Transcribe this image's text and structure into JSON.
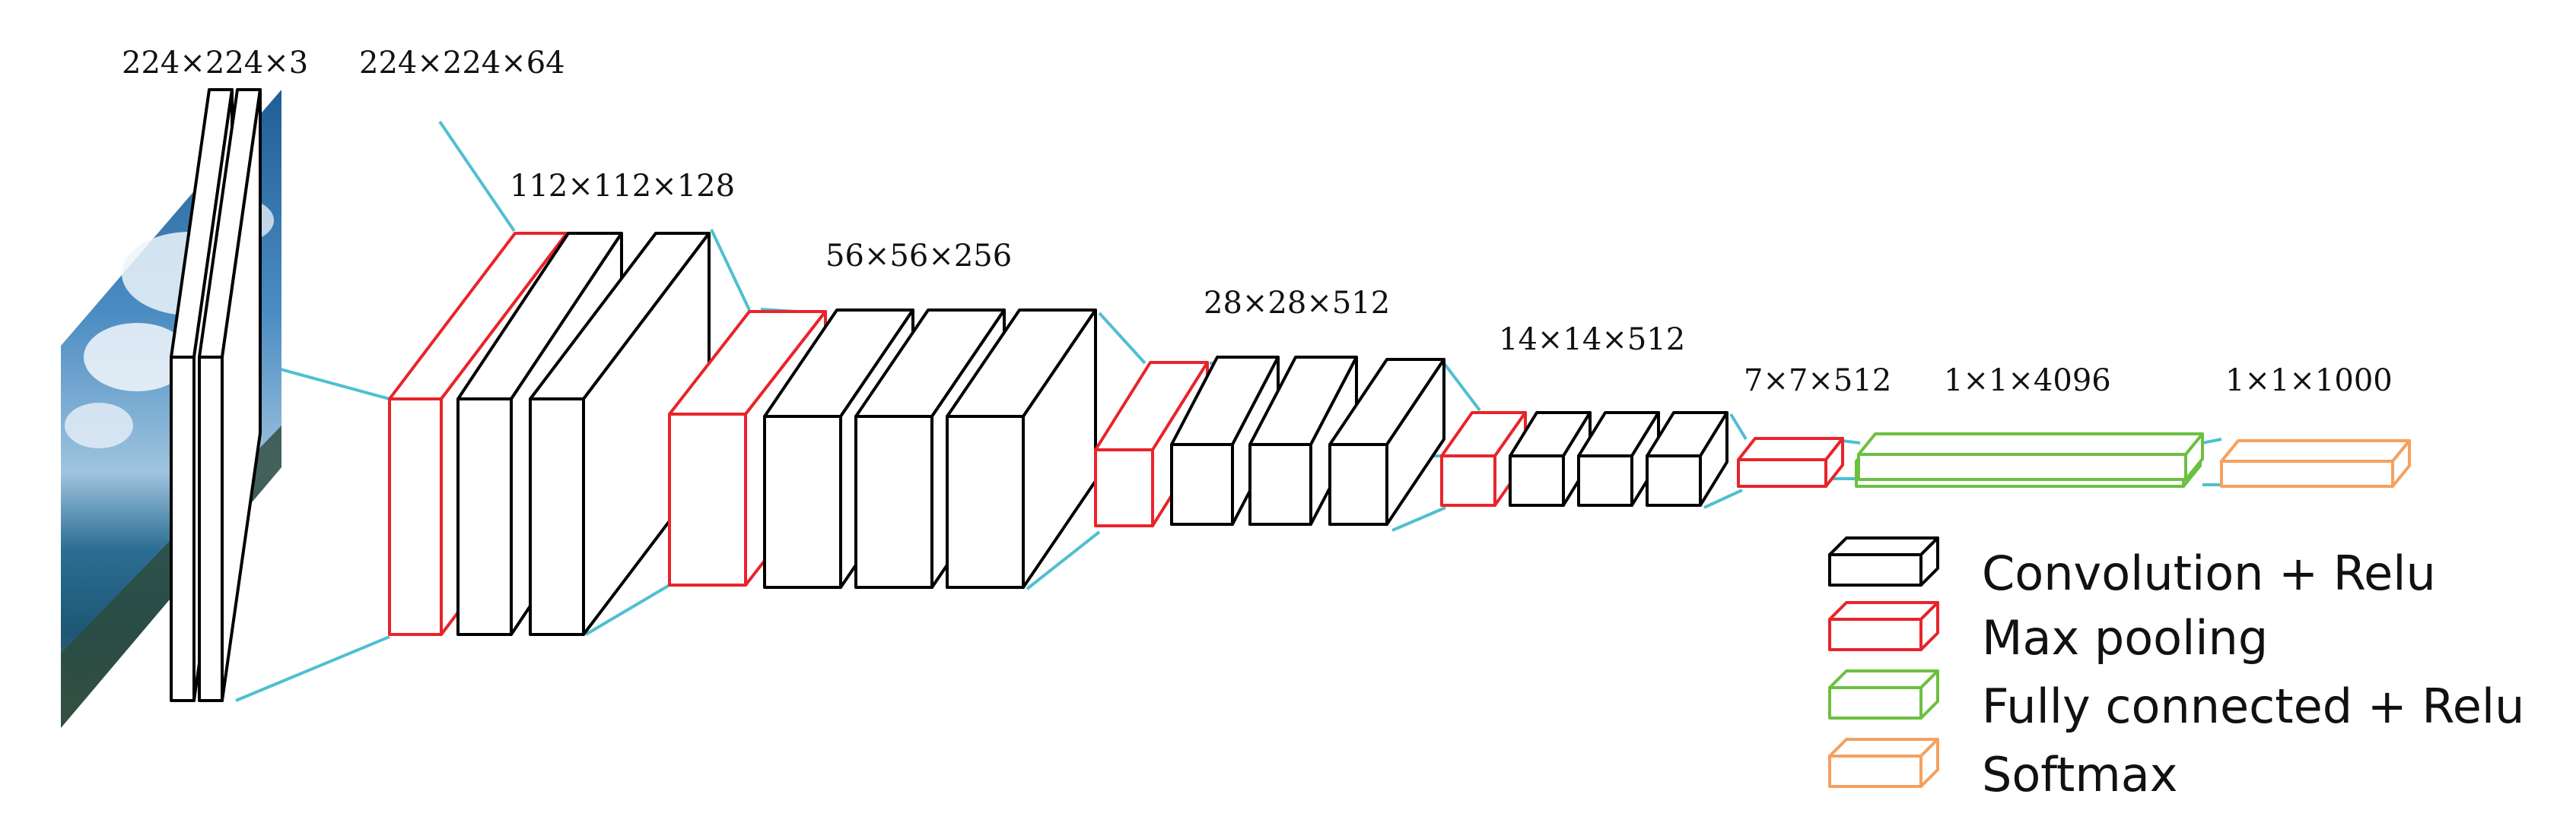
{
  "dimension_labels": {
    "input": "224×224×3",
    "conv1": "224×224×64",
    "conv2": "112×112×128",
    "conv3": "56×56×256",
    "conv4": "28×28×512",
    "conv5": "14×14×512",
    "pool5": "7×7×512",
    "fc": "1×1×4096",
    "softmax": "1×1×1000"
  },
  "legend": [
    {
      "label": "Convolution + Relu",
      "color": "#000000"
    },
    {
      "label": "Max pooling",
      "color": "#e8242a"
    },
    {
      "label": "Fully connected + Relu",
      "color": "#6cc040"
    },
    {
      "label": "Softmax",
      "color": "#f5a05e"
    }
  ],
  "colors": {
    "connector": "#4fbfd1",
    "conv": "#000000",
    "pool": "#e8242a",
    "fc": "#6cc040",
    "softmax": "#f5a05e"
  },
  "input_image": {
    "icon": "photo-of-sky-clouds-and-sea"
  }
}
